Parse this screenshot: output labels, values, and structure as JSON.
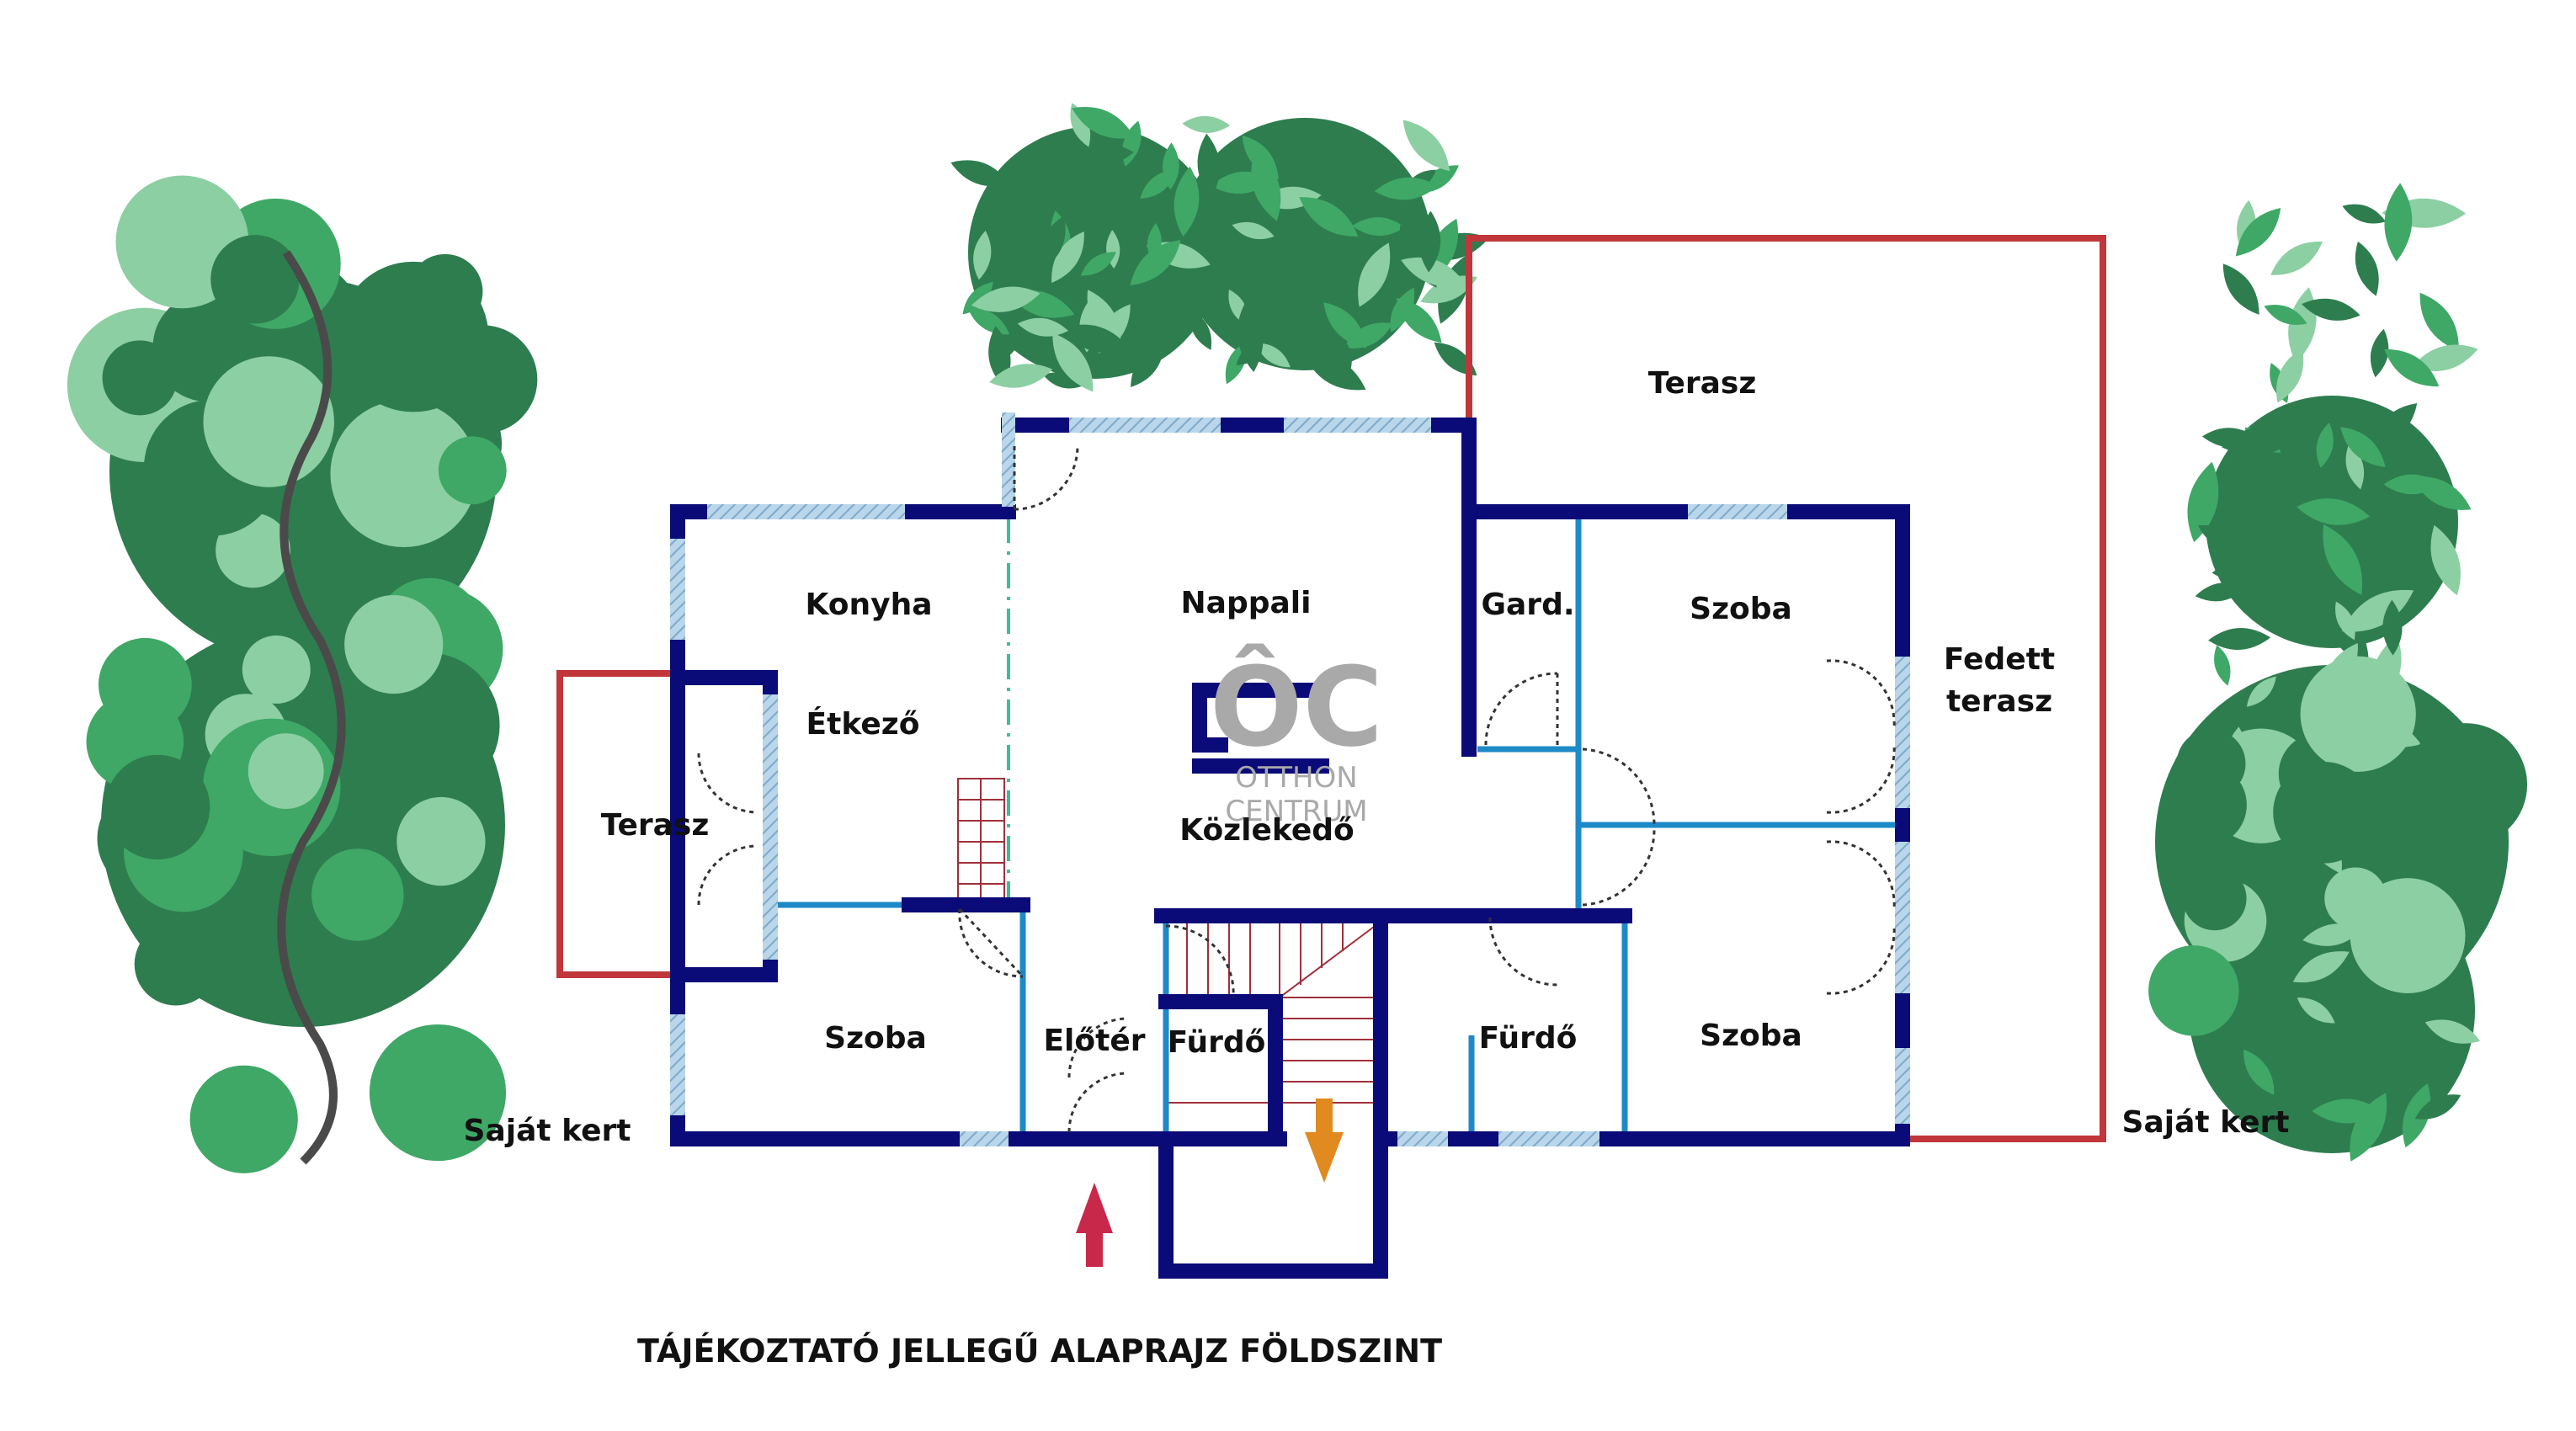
{
  "title": "TÁJÉKOZTATÓ JELLEGŰ ALAPRAJZ FÖLDSZINT",
  "rooms": {
    "terasz_top": "Terasz",
    "konyha": "Konyha",
    "nappali": "Nappali",
    "gard": "Gard.",
    "szoba_ne": "Szoba",
    "fedett_line1": "Fedett",
    "fedett_line2": "terasz",
    "etkezo": "Étkező",
    "terasz_left": "Terasz",
    "kozlekedo": "Közlekedő",
    "szoba_sw": "Szoba",
    "eloter": "Előtér",
    "furdo_small": "Fürdő",
    "furdo_mid": "Fürdő",
    "szoba_se": "Szoba",
    "kert_left": "Saját kert",
    "kert_right": "Saját kert"
  },
  "watermark": {
    "logo": "ÔC",
    "line1": "OTTHON",
    "line2": "CENTRUM"
  },
  "colors": {
    "wall": "#0a0a78",
    "window": "#a8c8e0",
    "partition": "#1d8ac7",
    "terrace": "#c0363a",
    "stairs": "#a0303a",
    "entrance_arrow": "#c8284a",
    "exit_arrow": "#e08a20",
    "foliage_dark": "#2e7d4f",
    "foliage_mid": "#3fa866",
    "foliage_light": "#8ccfa3"
  },
  "icons": {
    "entrance": "entrance-arrow-icon",
    "stairs_down": "stairs-down-arrow-icon",
    "plants": "plant-icon"
  }
}
